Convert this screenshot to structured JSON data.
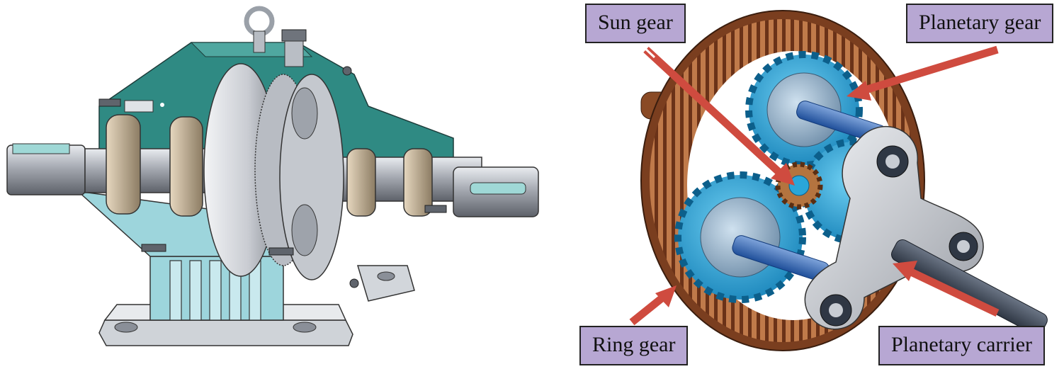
{
  "labels": {
    "sun_gear": "Sun gear",
    "planetary_gear": "Planetary gear",
    "ring_gear": "Ring gear",
    "planetary_carrier": "Planetary carrier"
  },
  "colors": {
    "label_fill": "#b7a7d3",
    "arrow": "#cf4b3f",
    "housing_teal": "#2f8a83",
    "base_light_blue": "#9dd5dc",
    "gear_blue": "#1f9fd8",
    "ring_copper": "#8a4a25",
    "carrier_silver": "#c9ccd2"
  }
}
